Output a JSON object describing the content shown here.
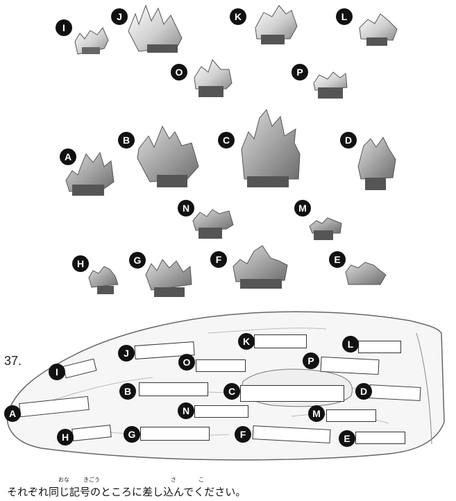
{
  "page_number": "37.",
  "instruction": "それぞれ同じ記号のところに差し込んでください。",
  "ruby": {
    "onaji": "おな",
    "kigou": "きごう",
    "sashi": "さ",
    "komi": "こ"
  },
  "colors": {
    "badge": "#111111",
    "piece_light": "#eeeeee",
    "piece_dark": "#8a8a8a",
    "base": "#f4f4f4"
  },
  "pieces": [
    {
      "id": "I",
      "label": "I"
    },
    {
      "id": "J",
      "label": "J"
    },
    {
      "id": "K",
      "label": "K"
    },
    {
      "id": "L",
      "label": "L"
    },
    {
      "id": "O",
      "label": "O"
    },
    {
      "id": "P",
      "label": "P"
    },
    {
      "id": "A",
      "label": "A"
    },
    {
      "id": "B",
      "label": "B"
    },
    {
      "id": "C",
      "label": "C"
    },
    {
      "id": "D",
      "label": "D"
    },
    {
      "id": "N",
      "label": "N"
    },
    {
      "id": "M",
      "label": "M"
    },
    {
      "id": "H",
      "label": "H"
    },
    {
      "id": "G",
      "label": "G"
    },
    {
      "id": "F",
      "label": "F"
    },
    {
      "id": "E",
      "label": "E"
    }
  ],
  "slots": [
    {
      "id": "A",
      "label": "A"
    },
    {
      "id": "B",
      "label": "B"
    },
    {
      "id": "C",
      "label": "C"
    },
    {
      "id": "D",
      "label": "D"
    },
    {
      "id": "E",
      "label": "E"
    },
    {
      "id": "F",
      "label": "F"
    },
    {
      "id": "G",
      "label": "G"
    },
    {
      "id": "H",
      "label": "H"
    },
    {
      "id": "I",
      "label": "I"
    },
    {
      "id": "J",
      "label": "J"
    },
    {
      "id": "K",
      "label": "K"
    },
    {
      "id": "L",
      "label": "L"
    },
    {
      "id": "M",
      "label": "M"
    },
    {
      "id": "N",
      "label": "N"
    },
    {
      "id": "O",
      "label": "O"
    },
    {
      "id": "P",
      "label": "P"
    }
  ]
}
